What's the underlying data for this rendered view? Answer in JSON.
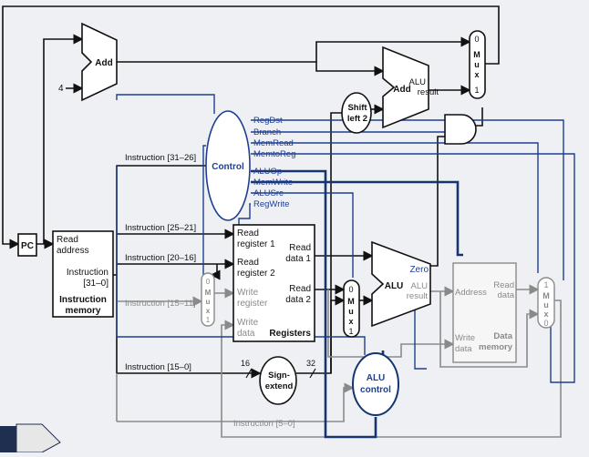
{
  "colors": {
    "background": "#eef0f4",
    "black": "#111111",
    "blue": "#1f3f91",
    "gray": "#8a8a8a",
    "white": "#ffffff",
    "accent": "#16346e"
  },
  "blocks": {
    "pc": "PC",
    "add_top": "Add",
    "four": "4",
    "instr_mem": {
      "l1": "Read",
      "l2": "address",
      "l3": "Instruction",
      "l4": "[31–0]",
      "t1": "Instruction",
      "t2": "memory"
    },
    "control": "Control",
    "registers": {
      "read_reg1_a": "Read",
      "read_reg1_b": "register 1",
      "read_reg2_a": "Read",
      "read_reg2_b": "register 2",
      "write_reg_a": "Write",
      "write_reg_b": "register",
      "write_data_a": "Write",
      "write_data_b": "data",
      "read_data1_a": "Read",
      "read_data1_b": "data 1",
      "read_data2_a": "Read",
      "read_data2_b": "data 2",
      "title": "Registers"
    },
    "sign_extend_a": "Sign-",
    "sign_extend_b": "extend",
    "shift_left_a": "Shift",
    "shift_left_b": "left 2",
    "alu": "ALU",
    "alu_zero": "Zero",
    "alu_result_a": "ALU",
    "alu_result_b": "result",
    "alu_control_a": "ALU",
    "alu_control_b": "control",
    "add_branch": "Add",
    "add_branch_result_a": "ALU",
    "add_branch_result_b": "result",
    "data_mem": {
      "address": "Address",
      "read_a": "Read",
      "read_b": "data",
      "write_a": "Write",
      "write_b": "data",
      "title_a": "Data",
      "title_b": "memory"
    },
    "mux_label": [
      "M",
      "u",
      "x"
    ],
    "mux_zero": "0",
    "mux_one": "1"
  },
  "control_signals": [
    "RegDst",
    "Branch",
    "MemRead",
    "MemtoReg",
    "ALUOp",
    "MemWrite",
    "ALUSrc",
    "RegWrite"
  ],
  "instruction_fields": {
    "i31_26": "Instruction [31–26]",
    "i25_21": "Instruction [25–21]",
    "i20_16": "Instruction [20–16]",
    "i15_11": "Instruction [15–11]",
    "i15_0": "Instruction [15–0]",
    "i5_0": "Instruction [5–0]"
  },
  "bit_widths": {
    "in": "16",
    "out": "32"
  }
}
